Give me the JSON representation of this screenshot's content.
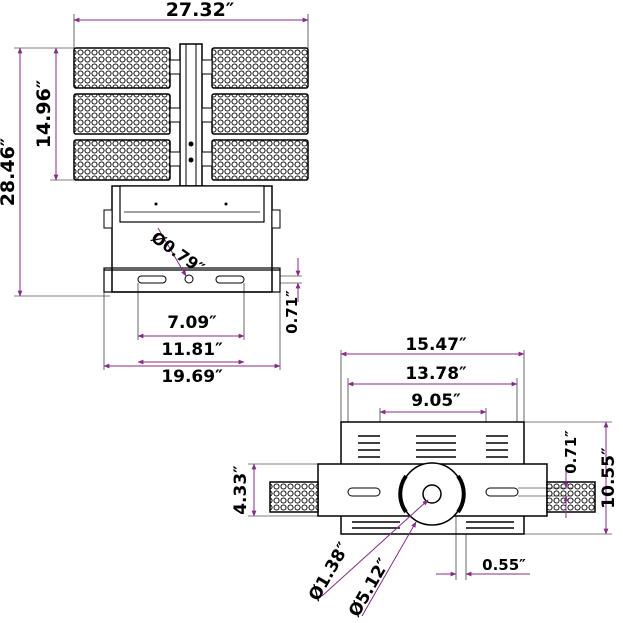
{
  "colors": {
    "outline": "#000000",
    "dimension": "#8a2b8a",
    "background": "#ffffff"
  },
  "front_view": {
    "width_total": "27.32″",
    "height_modules": "14.96″",
    "height_total": "28.46″",
    "hole_diameter": "Ø0.79″",
    "slot_spacing_inner": "7.09″",
    "slot_spacing_outer": "11.81″",
    "bracket_width": "19.69″",
    "slot_offset": "0.71″"
  },
  "bracket_view": {
    "width_outer": "15.47″",
    "width_mid": "13.78″",
    "width_inner": "9.05″",
    "slot_offset": "0.71″",
    "height_total": "10.55″",
    "height_slot": "4.33″",
    "hole_small": "Ø1.38″",
    "hole_large": "Ø5.12″",
    "edge_offset": "0.55″"
  }
}
